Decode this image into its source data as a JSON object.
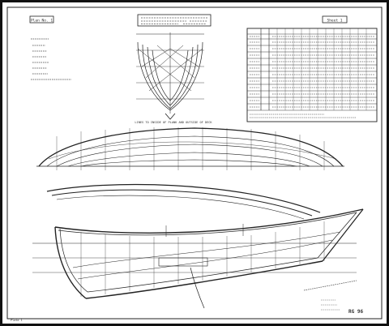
{
  "title_block": {
    "left_box": "Plan No. 1",
    "right_box": "Sheet 1"
  },
  "body_plan_caption": "LINES TO INSIDE OF PLANK AND OUTSIDE OF DECK",
  "stamp": "RG 96",
  "corner_note": "Plate 1",
  "colors": {
    "ink": "#222222",
    "paper": "#ffffff",
    "border": "#111111"
  }
}
